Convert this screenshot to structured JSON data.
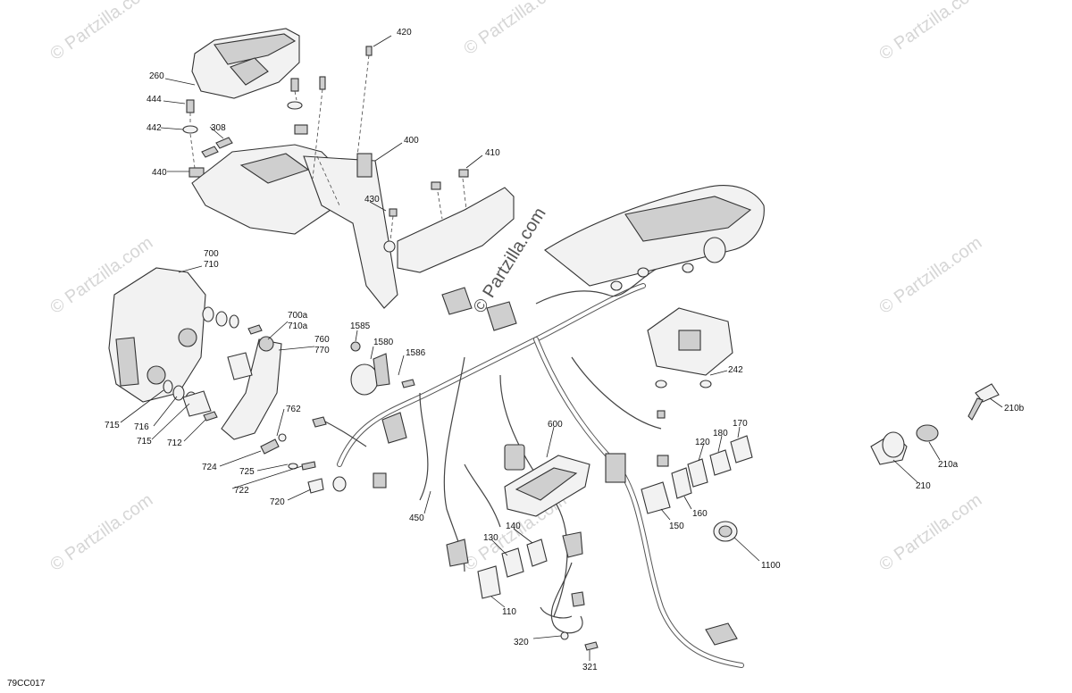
{
  "watermark": "© Partzilla.com",
  "figure_code": "79CC017",
  "callouts": [
    "420",
    "260",
    "444",
    "308",
    "442",
    "400",
    "440",
    "410",
    "430",
    "700",
    "710",
    "700a",
    "710a",
    "760",
    "770",
    "1585",
    "1580",
    "1586",
    "242",
    "715",
    "716",
    "715b",
    "712",
    "762",
    "724",
    "725",
    "722",
    "720",
    "600",
    "450",
    "170",
    "180",
    "120",
    "210b",
    "210a",
    "210",
    "150",
    "160",
    "140",
    "130",
    "1100",
    "110",
    "320",
    "321"
  ]
}
